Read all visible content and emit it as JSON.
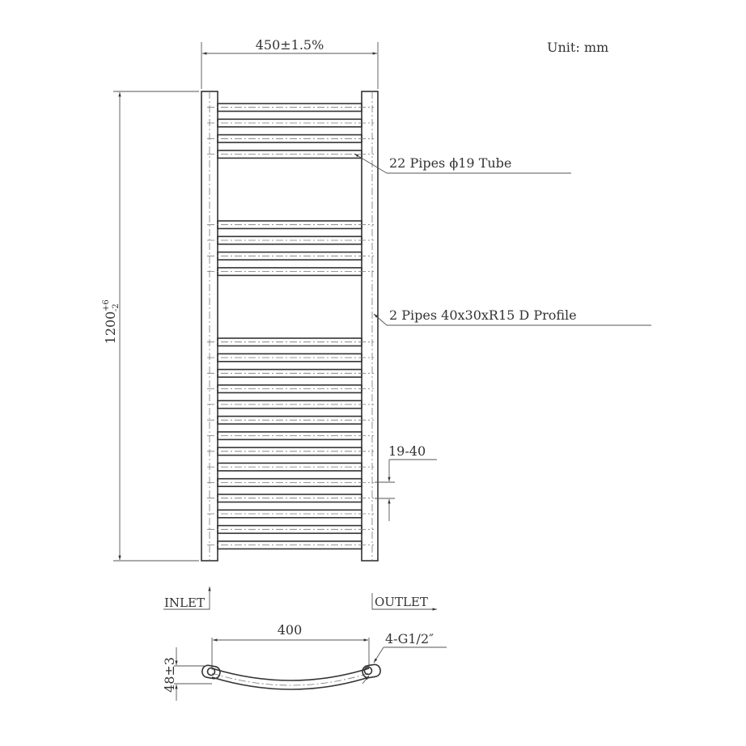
{
  "unit_label": "Unit: mm",
  "dimensions": {
    "width": "450±1.5%",
    "height": "1200",
    "height_tol_upper": "+6",
    "height_tol_lower": "-2",
    "pipe_spacing": "19-40",
    "connection_centers": "400",
    "depth": "48±3"
  },
  "callouts": {
    "tubes": "22 Pipes ϕ19 Tube",
    "rails": "2 Pipes 40x30xR15 D Profile",
    "connections": "4-G1/2″"
  },
  "flow": {
    "inlet": "INLET",
    "outlet": "OUTLET"
  },
  "pipe_groups": [
    4,
    4,
    14
  ]
}
